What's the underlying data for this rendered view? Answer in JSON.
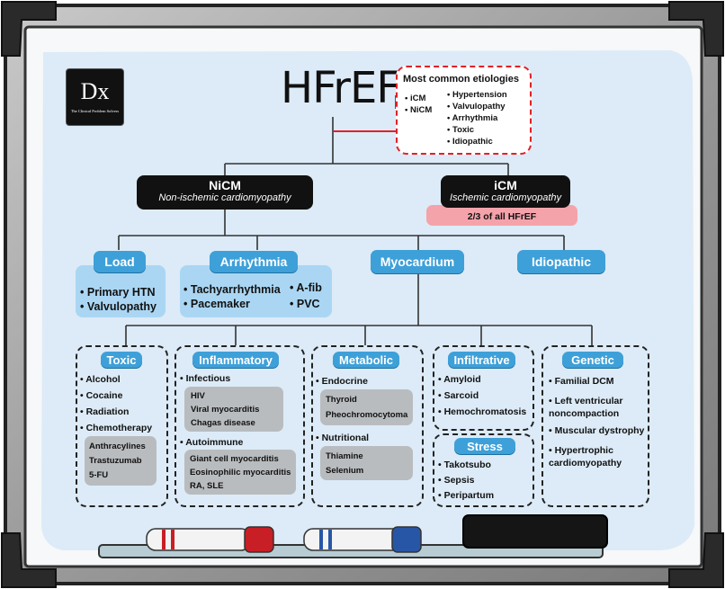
{
  "logo": {
    "text": "Dx",
    "subtext": "The Clinical Problem Solvers"
  },
  "main_title": "HFrEF",
  "etiologies": {
    "title": "Most common etiologies",
    "left": [
      "iCM",
      "NiCM"
    ],
    "right": [
      "Hypertension",
      "Valvulopathy",
      "Arrhythmia",
      "Toxic",
      "Idiopathic"
    ]
  },
  "nicm": {
    "title": "NiCM",
    "subtitle": "Non-ischemic cardiomyopathy"
  },
  "icm": {
    "title": "iCM",
    "subtitle": "Ischemic cardiomyopathy",
    "note": "2/3 of all HFrEF"
  },
  "categories": {
    "load": {
      "label": "Load",
      "items": [
        "Primary HTN",
        "Valvulopathy"
      ]
    },
    "arrhythmia": {
      "label": "Arrhythmia",
      "items_left": [
        "Tachyarrhythmia",
        "Pacemaker"
      ],
      "items_right": [
        "A-fib",
        "PVC"
      ]
    },
    "myocardium": {
      "label": "Myocardium"
    },
    "idiopathic": {
      "label": "Idiopathic"
    }
  },
  "toxic": {
    "label": "Toxic",
    "items": [
      "Alcohol",
      "Cocaine",
      "Radiation",
      "Chemotherapy"
    ],
    "chemo": [
      "Anthracylines",
      "Trastuzumab",
      "5-FU"
    ]
  },
  "inflammatory": {
    "label": "Inflammatory",
    "infectious": "Infectious",
    "infectious_list": [
      "HIV",
      "Viral myocarditis",
      "Chagas disease"
    ],
    "autoimmune": "Autoimmune",
    "autoimmune_list": [
      "Giant cell myocarditis",
      "Eosinophilic myocarditis",
      "RA, SLE"
    ]
  },
  "metabolic": {
    "label": "Metabolic",
    "endocrine": "Endocrine",
    "endocrine_list": [
      "Thyroid",
      "Pheochromocytoma"
    ],
    "nutritional": "Nutritional",
    "nutritional_list": [
      "Thiamine",
      "Selenium"
    ]
  },
  "infiltrative": {
    "label": "Infiltrative",
    "items": [
      "Amyloid",
      "Sarcoid",
      "Hemochromatosis"
    ]
  },
  "stress": {
    "label": "Stress",
    "items": [
      "Takotsubo",
      "Sepsis",
      "Peripartum"
    ]
  },
  "genetic": {
    "label": "Genetic",
    "items": [
      "Familial DCM",
      "Left ventricular noncompaction",
      "Muscular dystrophy",
      "Hypertrophic cardiomyopathy"
    ]
  },
  "colors": {
    "accent_blue": "#3ea0d8",
    "light_blue": "#aad6f3",
    "pink": "#f4a3ab",
    "red": "#e32027",
    "gray": "#b9bcbf"
  }
}
